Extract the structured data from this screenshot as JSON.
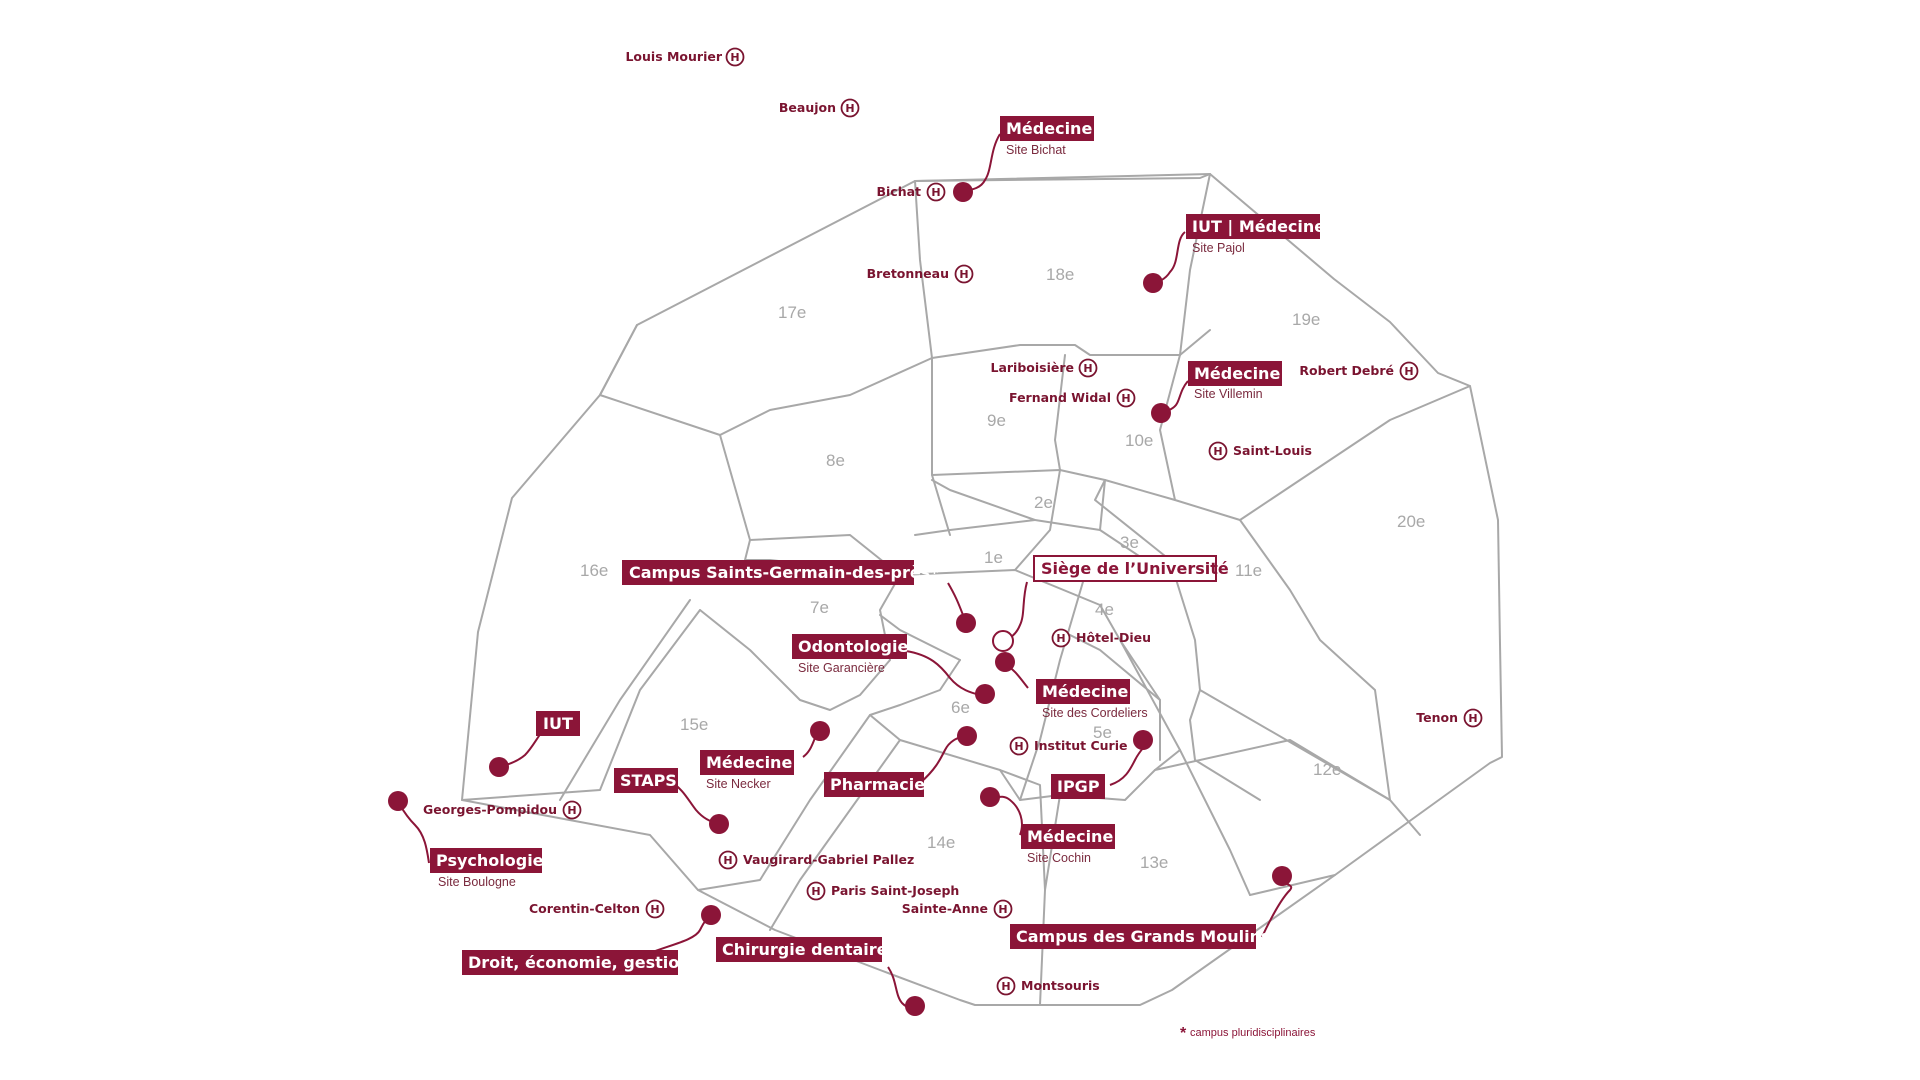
{
  "colors": {
    "brand": "#8b1538",
    "border": "#a8a8a8",
    "text_on_brand": "#ffffff"
  },
  "hospital_icon": "hospital-h-icon",
  "hospitals": {
    "louis_mourier": "Louis Mourier",
    "beaujon": "Beaujon",
    "bichat": "Bichat",
    "bretonneau": "Bretonneau",
    "lariboisiere": "Lariboisière",
    "fernand_widal": "Fernand Widal",
    "robert_debre": "Robert Debré",
    "saint_louis": "Saint-Louis",
    "hotel_dieu": "Hôtel-Dieu",
    "institut_curie": "Institut Curie",
    "tenon": "Tenon",
    "georges_pompidou": "Georges-Pompidou",
    "vaugirard": "Vaugirard-Gabriel Pallez",
    "paris_saint_joseph": "Paris Saint-Joseph",
    "sainte_anne": "Sainte-Anne",
    "corentin_celton": "Corentin-Celton",
    "montsouris": "Montsouris"
  },
  "arrondissements": {
    "a1": "1e",
    "a2": "2e",
    "a3": "3e",
    "a4": "4e",
    "a5": "5e",
    "a6": "6e",
    "a7": "7e",
    "a8": "8e",
    "a9": "9e",
    "a10": "10e",
    "a11": "11e",
    "a12": "12e",
    "a13": "13e",
    "a14": "14e",
    "a15": "15e",
    "a16": "16e",
    "a17": "17e",
    "a18": "18e",
    "a19": "19e",
    "a20": "20e"
  },
  "sites": {
    "medecine_bichat": {
      "title": "Médecine",
      "subtitle": "Site Bichat"
    },
    "iut_medecine_pajol": {
      "title": "IUT | Médecine",
      "subtitle": "Site Pajol"
    },
    "medecine_villemin": {
      "title": "Médecine",
      "subtitle": "Site Villemin"
    },
    "campus_sgp": {
      "title": "Campus Saints-Germain-des-près*"
    },
    "siege": {
      "title": "Siège de l’Université"
    },
    "odontologie": {
      "title": "Odontologie",
      "subtitle": "Site Garancière"
    },
    "medecine_cordeliers": {
      "title": "Médecine",
      "subtitle": "Site des Cordeliers"
    },
    "iut": {
      "title": "IUT"
    },
    "medecine_necker": {
      "title": "Médecine",
      "subtitle": "Site Necker"
    },
    "staps": {
      "title": "STAPS"
    },
    "pharmacie": {
      "title": "Pharmacie"
    },
    "ipgp": {
      "title": "IPGP"
    },
    "medecine_cochin": {
      "title": "Médecine",
      "subtitle": "Site Cochin"
    },
    "psychologie": {
      "title": "Psychologie",
      "subtitle": "Site Boulogne"
    },
    "droit": {
      "title": "Droit, économie, gestion"
    },
    "chirurgie": {
      "title": "Chirurgie dentaire"
    },
    "grands_moulins": {
      "title": "Campus des Grands Moulins*"
    }
  },
  "footnote": {
    "star": "*",
    "text": "campus pluridisciplinaires"
  }
}
